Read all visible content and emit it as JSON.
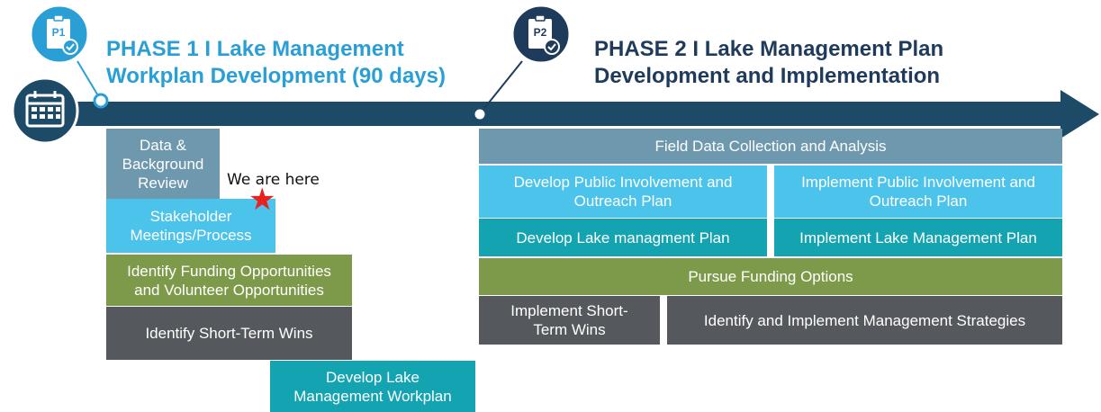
{
  "phase1": {
    "badge": "P1",
    "title": "PHASE 1 I Lake Management\nWorkplan Development (90 days)",
    "steps": [
      "Data &\nBackground\nReview",
      "Stakeholder\nMeetings/Process",
      "Identify Funding Opportunities\nand Volunteer Opportunities",
      "Identify Short-Term Wins",
      "Develop Lake\nManagement Workplan"
    ]
  },
  "phase2": {
    "badge": "P2",
    "title": "PHASE 2  I  Lake Management Plan\nDevelopment and Implementation",
    "rows": {
      "field_data": "Field Data Collection and Analysis",
      "develop_outreach": "Develop Public Involvement and\nOutreach Plan",
      "implement_outreach": "Implement Public Involvement and\nOutreach Plan",
      "develop_lmp": "Develop Lake managment Plan",
      "implement_lmp": "Implement Lake Management Plan",
      "pursue_funding": "Pursue Funding Options",
      "implement_wins": "Implement Short-\nTerm Wins",
      "identify_strategies": "Identify and Implement Management Strategies"
    }
  },
  "marker": {
    "label": "We are here"
  },
  "colors": {
    "navy": "#1f3b5c",
    "timeline": "#1d4a66",
    "phase1_blue": "#2a9fd6",
    "gray_blue": "#6e98ad",
    "light_blue": "#4cc3ea",
    "olive": "#7d9a4a",
    "dark_gray": "#55595d",
    "teal": "#14a3b1",
    "star": "#e8221c"
  },
  "icons": [
    "calendar-icon",
    "clipboard-check-icon"
  ]
}
